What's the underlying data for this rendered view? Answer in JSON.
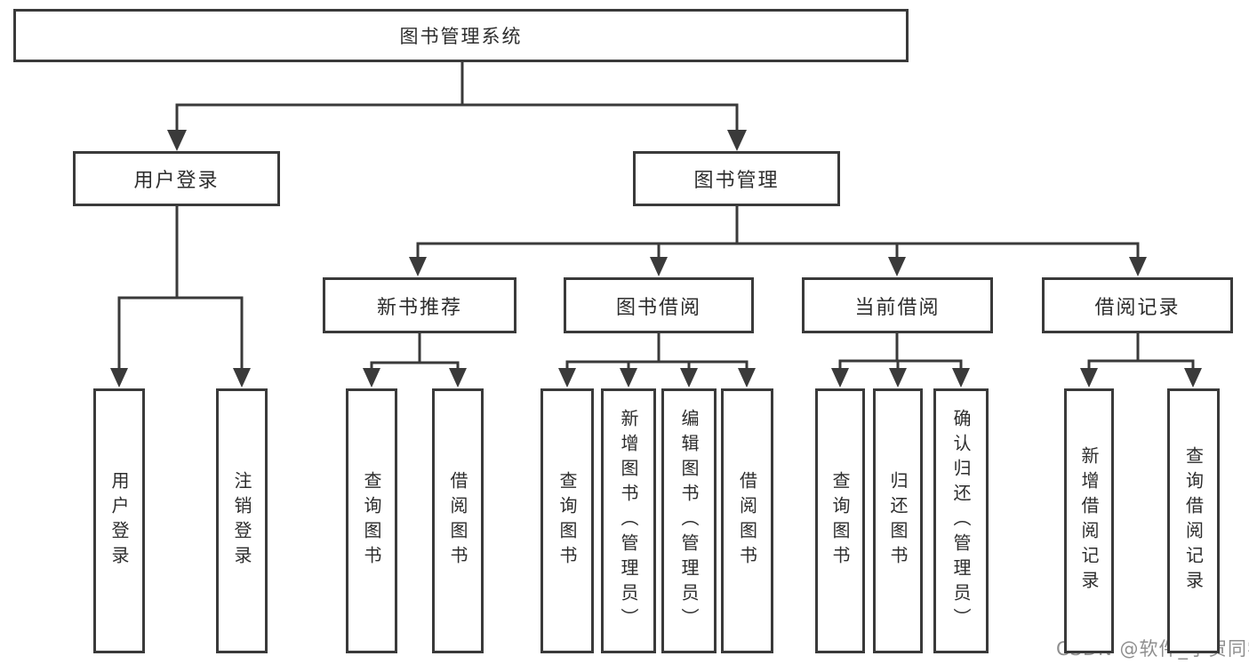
{
  "diagram": {
    "root": {
      "label": "图书管理系统"
    },
    "branches": [
      {
        "label": "用户登录",
        "children": [
          {
            "label": "用户登录"
          },
          {
            "label": "注销登录"
          }
        ]
      },
      {
        "label": "图书管理",
        "children": [
          {
            "label": "新书推荐",
            "children": [
              {
                "label": "查询图书"
              },
              {
                "label": "借阅图书"
              }
            ]
          },
          {
            "label": "图书借阅",
            "children": [
              {
                "label": "查询图书"
              },
              {
                "label": "新增图书（管理员）"
              },
              {
                "label": "编辑图书（管理员）"
              },
              {
                "label": "借阅图书"
              }
            ]
          },
          {
            "label": "当前借阅",
            "children": [
              {
                "label": "查询图书"
              },
              {
                "label": "归还图书"
              },
              {
                "label": "确认归还（管理员）"
              }
            ]
          },
          {
            "label": "借阅记录",
            "children": [
              {
                "label": "新增借阅记录"
              },
              {
                "label": "查询借阅记录"
              }
            ]
          }
        ]
      }
    ]
  },
  "watermark": {
    "text": "CSDN @软件_小贺同学"
  },
  "colors": {
    "line": "#3a3a3a",
    "text": "#2d2d2d",
    "background": "#ffffff",
    "watermark": "#8f8f8f"
  }
}
